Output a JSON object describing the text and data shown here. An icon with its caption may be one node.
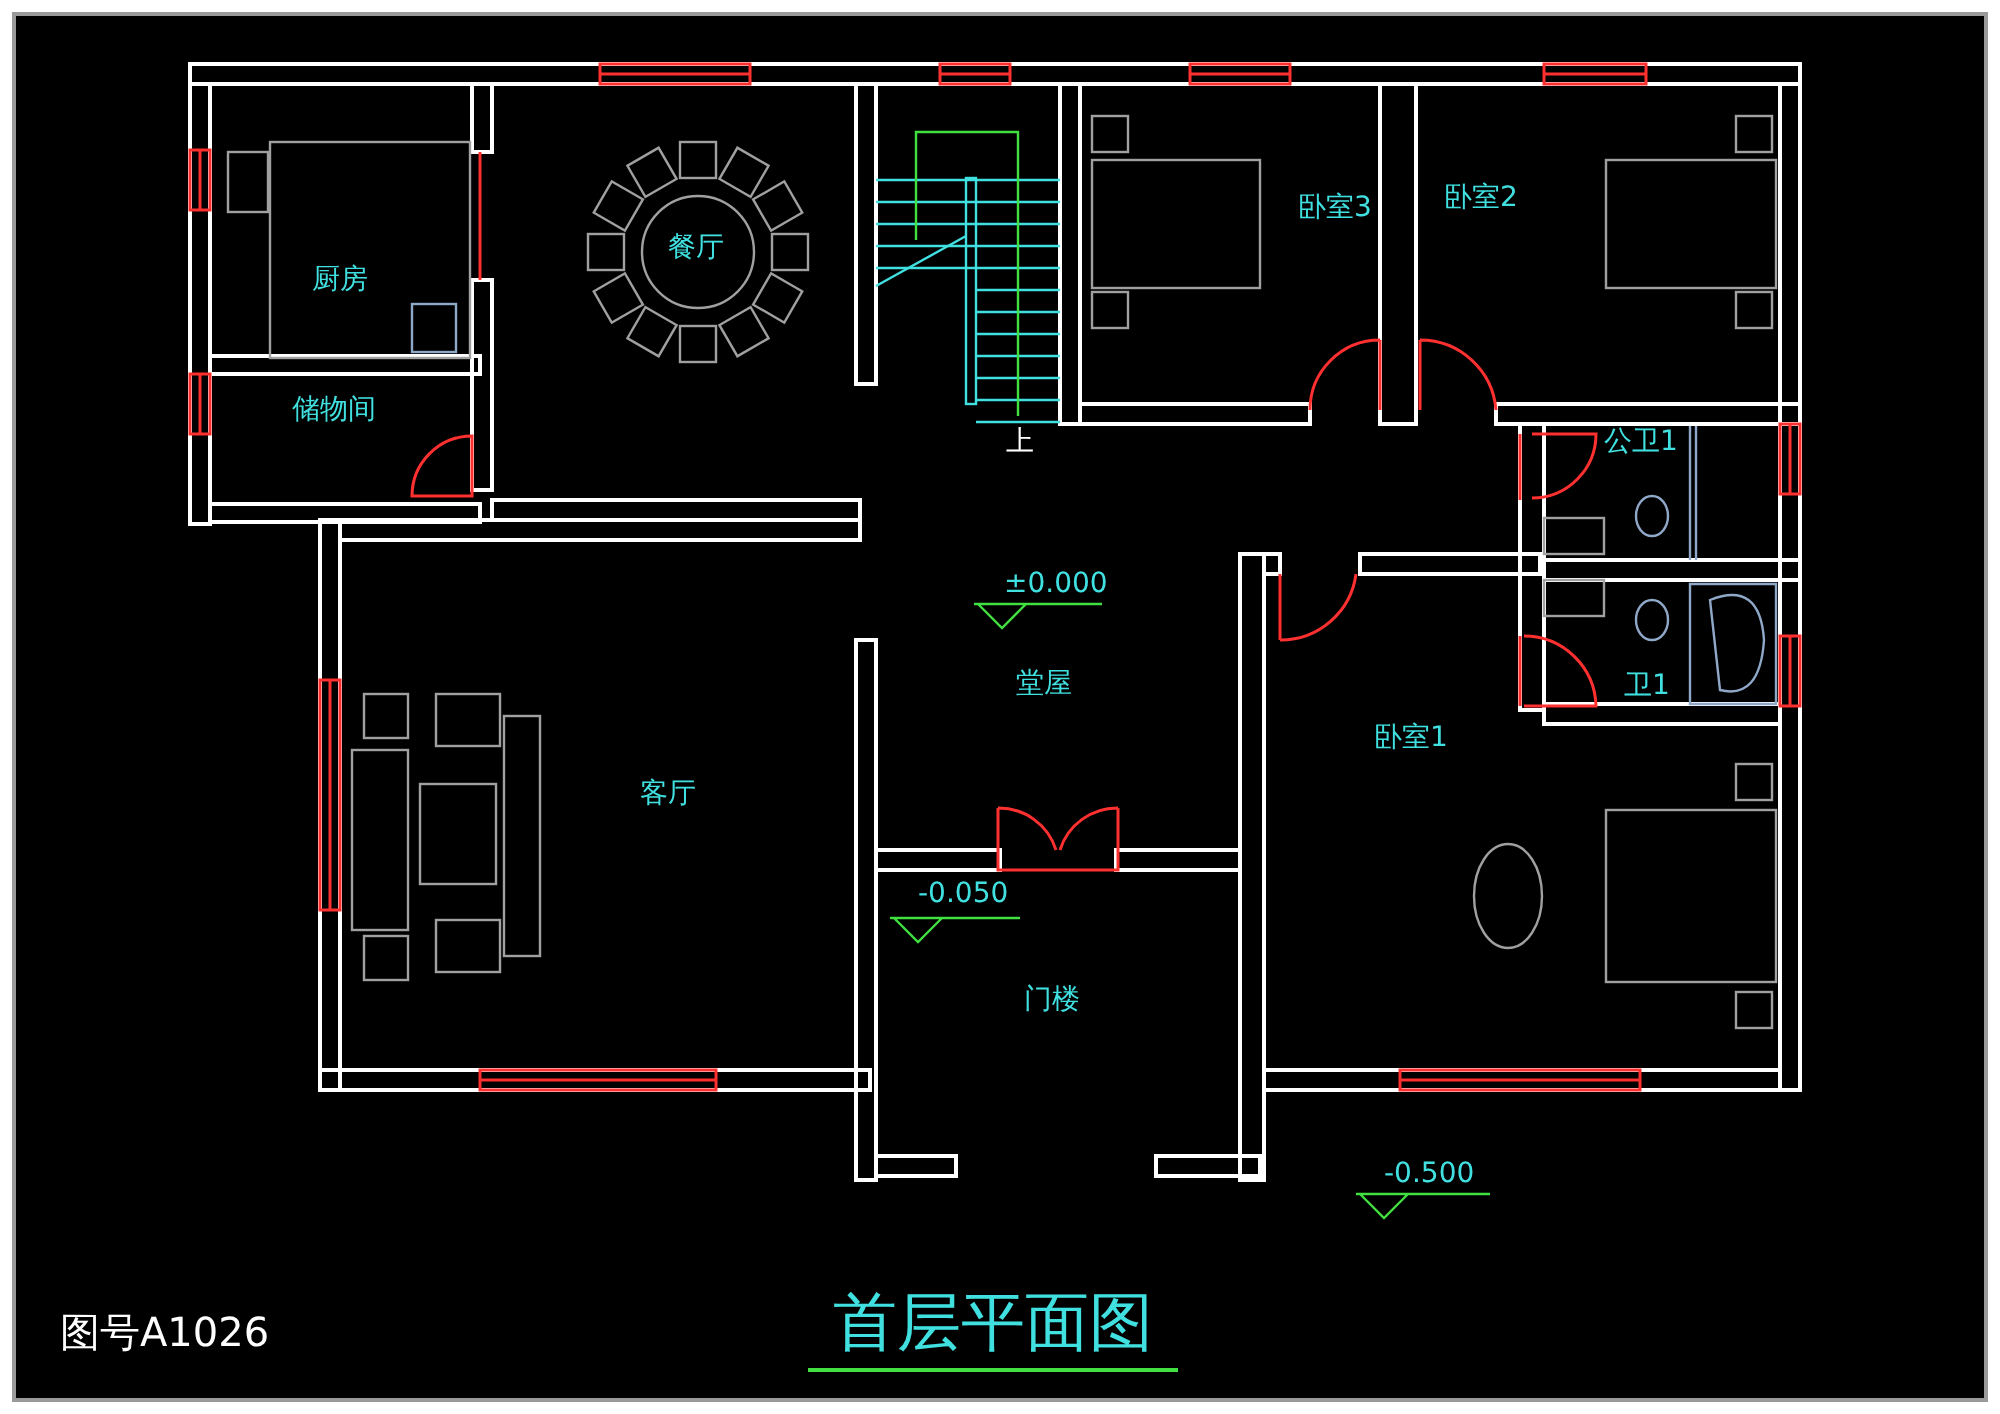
{
  "diagram": {
    "title": "首层平面图",
    "labels": [
      "厨房",
      "餐厅",
      "卧室3",
      "卧室2",
      "储物间",
      "上",
      "公卫1",
      "±0.000",
      "堂屋",
      "卫1",
      "卧室1",
      "客厅",
      "-0.050",
      "门楼",
      "-0.500",
      "图号A1026"
    ]
  }
}
